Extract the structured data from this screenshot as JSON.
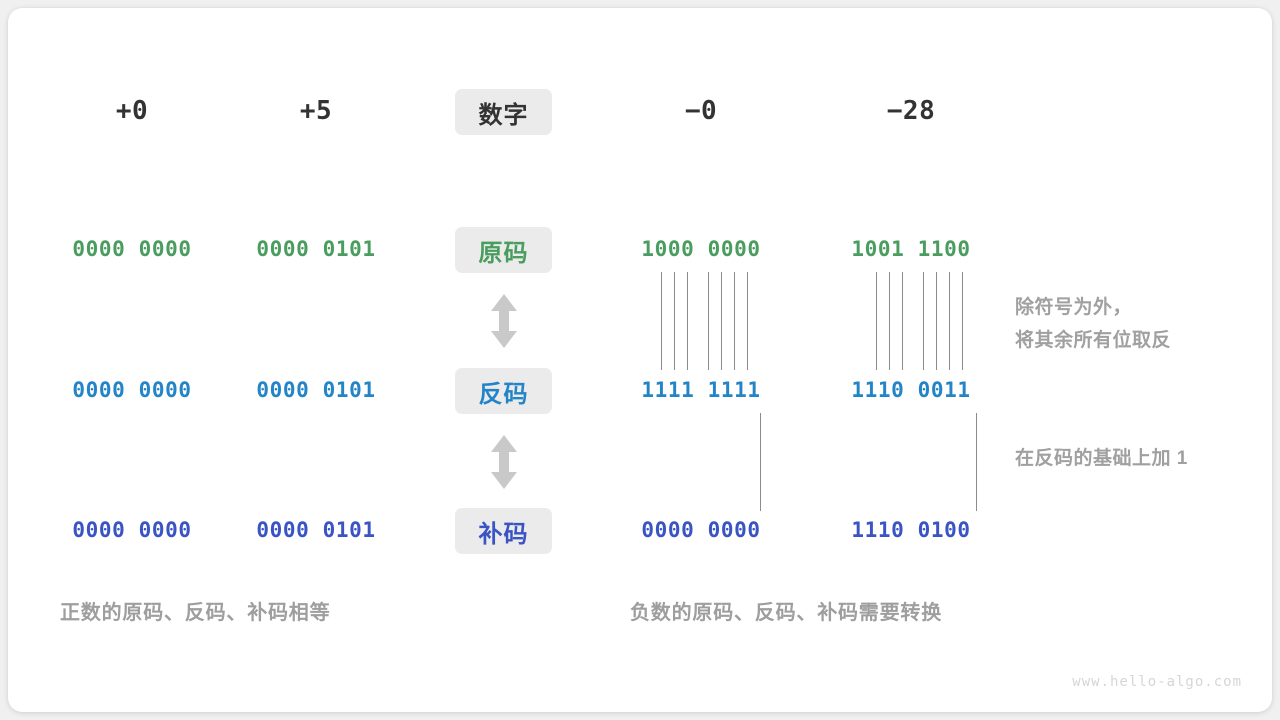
{
  "figure": {
    "watermark": "www.hello-algo.com",
    "colors": {
      "true_form": "#4a9d5f",
      "ones_complement": "#2384c8",
      "twos_complement": "#3a54c4",
      "label_pill_bg": "#ebebeb",
      "note_gray": "#a0a0a0",
      "connector_line": "#8c8c8c",
      "card_bg": "#ffffff",
      "page_bg": "#f0f0f0"
    }
  },
  "header": {
    "row_label": "数字",
    "columns": [
      "+0",
      "+5",
      "−0",
      "−28"
    ]
  },
  "rows": [
    {
      "label": "原码",
      "label_color": "#4a9d5f",
      "value_class": "c-green",
      "values": [
        "0000 0000",
        "0000 0101",
        "1000 0000",
        "1001 1100"
      ]
    },
    {
      "label": "反码",
      "label_color": "#2384c8",
      "value_class": "c-blue",
      "values": [
        "0000 0000",
        "0000 0101",
        "1111 1111",
        "1110 0011"
      ]
    },
    {
      "label": "补码",
      "label_color": "#3a54c4",
      "value_class": "c-indigo",
      "values": [
        "0000 0000",
        "0000 0101",
        "0000 0000",
        "1110 0100"
      ]
    }
  ],
  "notes": {
    "invert": "除符号为外，\n将其余所有位取反",
    "add_one": "在反码的基础上加 1"
  },
  "captions": {
    "positive": "正数的原码、反码、补码相等",
    "negative": "负数的原码、反码、补码需要转换"
  },
  "arrows": {
    "between_true_and_ones": "up-down-arrow",
    "between_ones_and_twos": "up-down-arrow"
  }
}
